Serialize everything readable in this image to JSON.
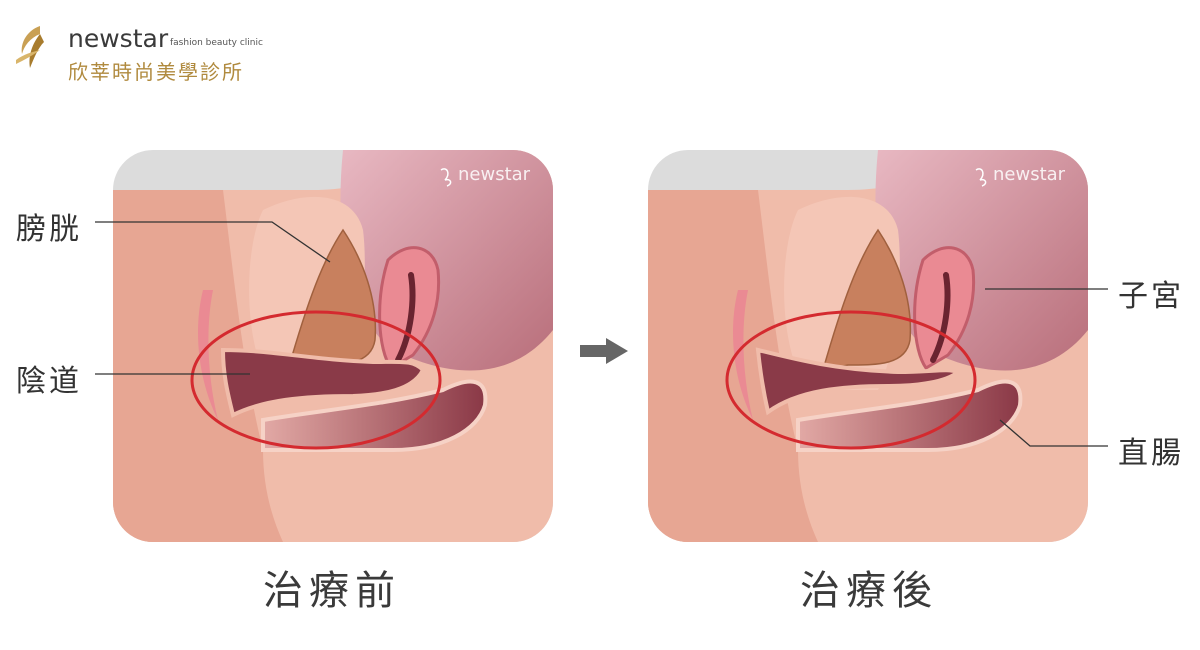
{
  "logo": {
    "brand": "newstar",
    "tagline": "fashion beauty clinic",
    "name_cn": "欣莘時尚美學診所"
  },
  "watermark": "newstar",
  "labels": {
    "bladder": "膀胱",
    "vagina": "陰道",
    "uterus": "子宮",
    "rectum": "直腸"
  },
  "captions": {
    "before": "治療前",
    "after": "治療後"
  },
  "colors": {
    "highlight_circle": "#d42a2f",
    "background_panel": "#dcdcdc",
    "logo_gold": "#b08a3e"
  }
}
